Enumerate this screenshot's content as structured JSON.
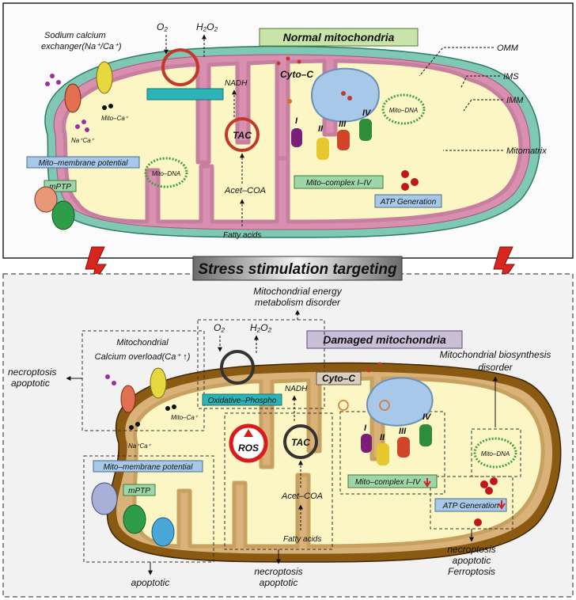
{
  "top": {
    "title": "Normal mitochondria",
    "labels": {
      "omm": "OMM",
      "ims": "IMS",
      "imm": "IMM",
      "mitomatrix": "Mitomatrix",
      "o2": "O₂",
      "h2o2": "H₂O₂",
      "nadh": "NADH",
      "cytoc": "Cyto–C",
      "tac": "TAC",
      "acet_coa": "Acet–COA",
      "fatty_acids": "Fatty acids",
      "exchanger_line1": "Sodium calcium",
      "exchanger_line2": "exchanger(Na⁺/Ca⁺)",
      "mito_ca": "Mito–Ca⁺",
      "na_ca": "Na⁺Ca⁺",
      "mito_membrane_potential": "Mito–membrane potential",
      "mptp": "mPTP",
      "mito_dna_left": "Mito–DNA",
      "mito_dna_right": "Mito–DNA",
      "mito_complex": "Mito–complex I–IV",
      "atp_generation": "ATP Generation",
      "complex_I": "I",
      "complex_II": "II",
      "complex_III": "III",
      "complex_IV": "IV"
    }
  },
  "middle": {
    "banner": "Stress stimulation targeting",
    "energy_disorder_line1": "Mitochondrial energy",
    "energy_disorder_line2": "metabolism disorder"
  },
  "bottom": {
    "title": "Damaged mitochondria",
    "labels": {
      "calcium_line1": "Mitochondrial",
      "calcium_line2": "Calcium overload(Ca⁺ ↑)",
      "necroptosis_left_1": "necroptosis",
      "necroptosis_left_2": "apoptotic",
      "o2": "O₂",
      "h2o2": "H₂O₂",
      "oxidative_phospho": "Oxidative–Phospho",
      "nadh": "NADH",
      "cytoc": "Cyto–C",
      "ros": "ROS",
      "tac": "TAC",
      "acet_coa": "Acet–COA",
      "fatty_acids": "Fatty acids",
      "mito_ca": "Mito–Ca⁺",
      "na_ca": "Na⁺Ca⁺",
      "mito_membrane_potential": "Mito–membrane potential",
      "mptp": "mPTP",
      "mito_complex": "Mito–complex I–IV",
      "atp_generation": "ATP Generation",
      "mito_dna": "Mito–DNA",
      "biosynthesis_line1": "Mitochondrial biosynthesis",
      "biosynthesis_line2": "disorder",
      "complex_I": "I",
      "complex_II": "II",
      "complex_III": "III",
      "complex_IV": "IV",
      "outcome_bottom_left": "apoptotic",
      "outcome_center_1": "necroptosis",
      "outcome_center_2": "apoptotic",
      "outcome_right_1": "necroptosis",
      "outcome_right_2": "apoptotic",
      "outcome_right_3": "Ferroptosis"
    }
  },
  "colors": {
    "top_bg": "#fbfbfb",
    "bottom_bg": "#f2f2f2",
    "omm_normal": "#7ec8b4",
    "omm_damaged": "#8a5a12",
    "ims_normal": "#d98fb0",
    "ims_damaged": "#d9b27a",
    "imm": "#c77fa0",
    "matrix": "#fbf6c4",
    "title_box": "#c9e4a8",
    "title_box_damaged": "#c9c0d8",
    "teal_box": "#2bb3b8",
    "label_box": "#a8c8e8",
    "green_box": "#9fd6a8",
    "ros_red": "#d81c1c",
    "bolt_red": "#d9261c"
  }
}
